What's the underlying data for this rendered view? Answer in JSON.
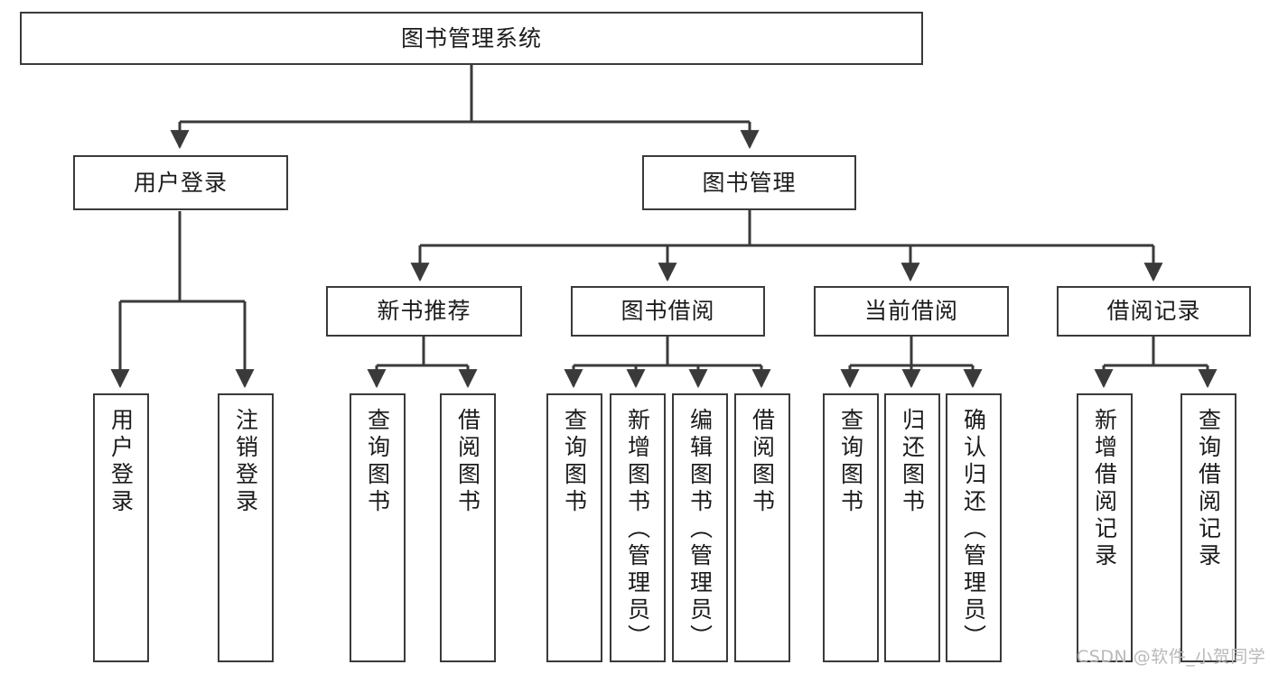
{
  "diagram": {
    "title": "图书管理系统",
    "type": "tree",
    "watermark": "CSDN @软件_小贺同学",
    "colors": {
      "box_border": "#3a3a3a",
      "box_fill": "#ffffff",
      "edge": "#3a3a3a",
      "text": "#1b1b1b",
      "watermark": "#b9b9b9"
    },
    "root": {
      "label": "图书管理系统"
    },
    "level2": [
      {
        "label": "用户登录"
      },
      {
        "label": "图书管理"
      }
    ],
    "level3": [
      {
        "label": "新书推荐"
      },
      {
        "label": "图书借阅"
      },
      {
        "label": "当前借阅"
      },
      {
        "label": "借阅记录"
      }
    ],
    "leaves": {
      "user_login": [
        {
          "label": "用户登录"
        },
        {
          "label": "注销登录"
        }
      ],
      "new_book_recommend": [
        {
          "label": "查询图书"
        },
        {
          "label": "借阅图书"
        }
      ],
      "book_borrow": [
        {
          "label": "查询图书"
        },
        {
          "label": "新增图书（管理员）"
        },
        {
          "label": "编辑图书（管理员）"
        },
        {
          "label": "借阅图书"
        }
      ],
      "current_borrow": [
        {
          "label": "查询图书"
        },
        {
          "label": "归还图书"
        },
        {
          "label": "确认归还（管理员）"
        }
      ],
      "borrow_record": [
        {
          "label": "新增借阅记录"
        },
        {
          "label": "查询借阅记录"
        }
      ]
    }
  }
}
